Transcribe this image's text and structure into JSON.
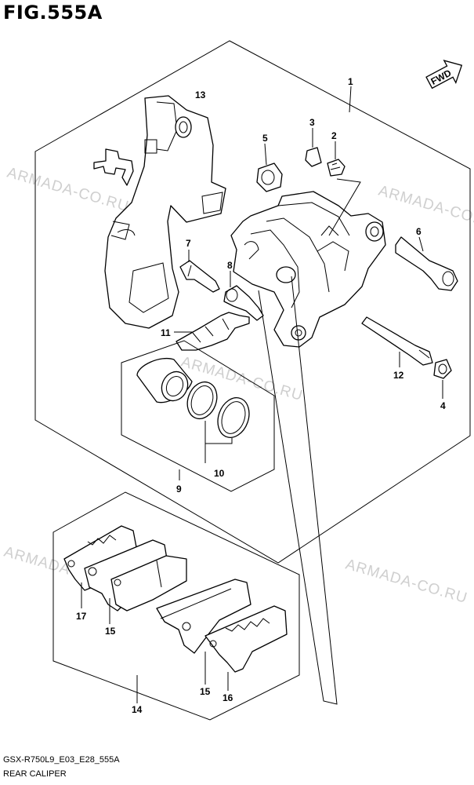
{
  "figure": {
    "title": "FIG.555A",
    "code": "GSX-R750L9_E03_E28_555A",
    "caption": "REAR CALIPER"
  },
  "fwd_label": "FWD",
  "watermark": "ARMADA-CO.RU",
  "callouts": {
    "c1": "1",
    "c2": "2",
    "c3": "3",
    "c4": "4",
    "c5": "5",
    "c6": "6",
    "c7": "7",
    "c8": "8",
    "c9": "9",
    "c10": "10",
    "c11": "11",
    "c12": "12",
    "c13": "13",
    "c14": "14",
    "c15a": "15",
    "c15b": "15",
    "c16": "16",
    "c17": "17"
  }
}
